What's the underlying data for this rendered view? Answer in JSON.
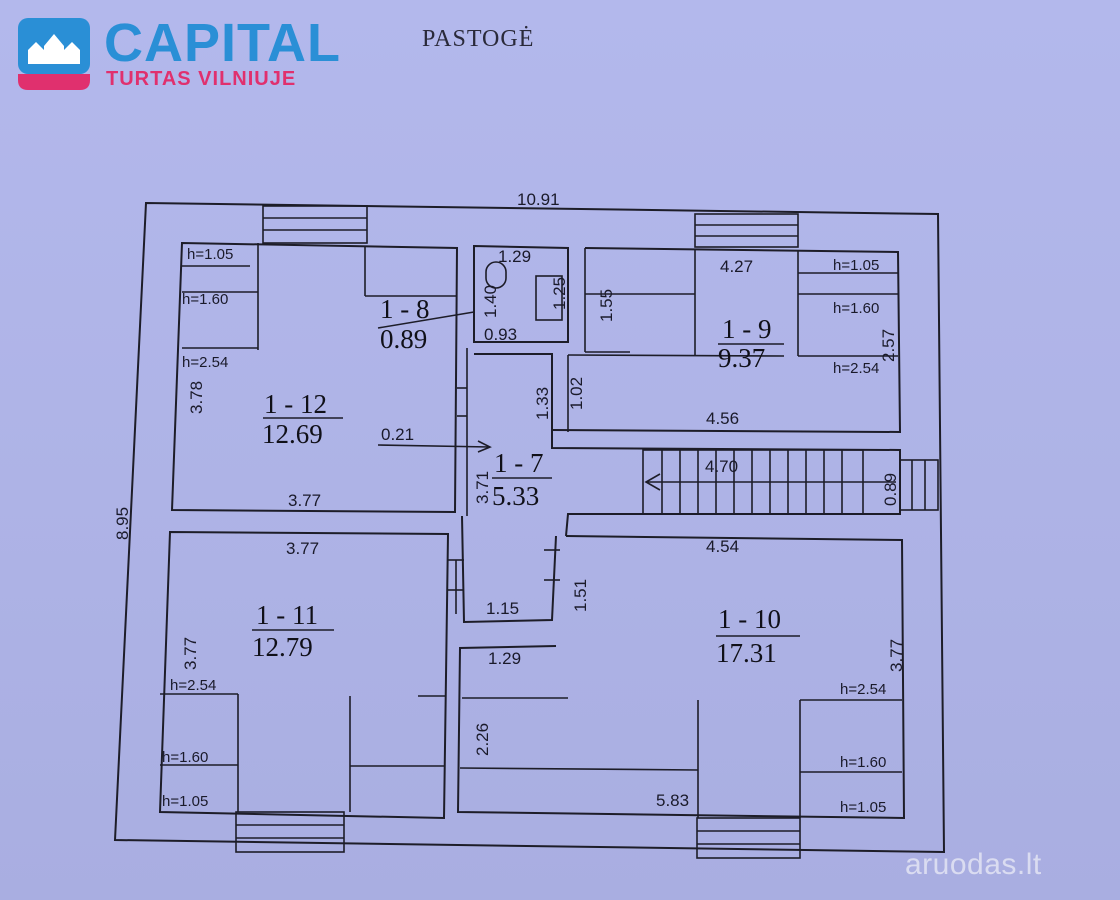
{
  "logo": {
    "name": "CAPITAL",
    "subtitle": "TURTAS VILNIUJE"
  },
  "title": "PASTOGĖ",
  "rooms": [
    {
      "id": "1 - 12",
      "area": "12.69"
    },
    {
      "id": "1 - 8",
      "area": "0.89"
    },
    {
      "id": "1 - 9",
      "area": "9.37"
    },
    {
      "id": "1 - 7",
      "area": "5.33"
    },
    {
      "id": "1 - 11",
      "area": "12.79"
    },
    {
      "id": "1 - 10",
      "area": "17.31"
    }
  ],
  "dimensions": {
    "d10_91": "10.91",
    "d8_95": "8.95",
    "d3_78": "3.78",
    "d3_77_a": "3.77",
    "d3_77_b": "3.77",
    "d3_77_c": "3.77",
    "d3_77_d": "3.77",
    "d0_21": "0.21",
    "d1_29_a": "1.29",
    "d1_40": "1.40",
    "d1_25": "1.25",
    "d0_93": "0.93",
    "d1_55": "1.55",
    "d1_33": "1.33",
    "d1_02": "1.02",
    "d4_27": "4.27",
    "d4_56": "4.56",
    "d2_57": "2.57",
    "d3_71": "3.71",
    "d4_70": "4.70",
    "d0_89": "0.89",
    "d4_54": "4.54",
    "d1_51": "1.51",
    "d1_15": "1.15",
    "d1_29_b": "1.29",
    "d2_26": "2.26",
    "d5_83": "5.83"
  },
  "heights": {
    "h105": "h=1.05",
    "h160": "h=1.60",
    "h254": "h=2.54"
  },
  "watermark": "aruodas.lt"
}
